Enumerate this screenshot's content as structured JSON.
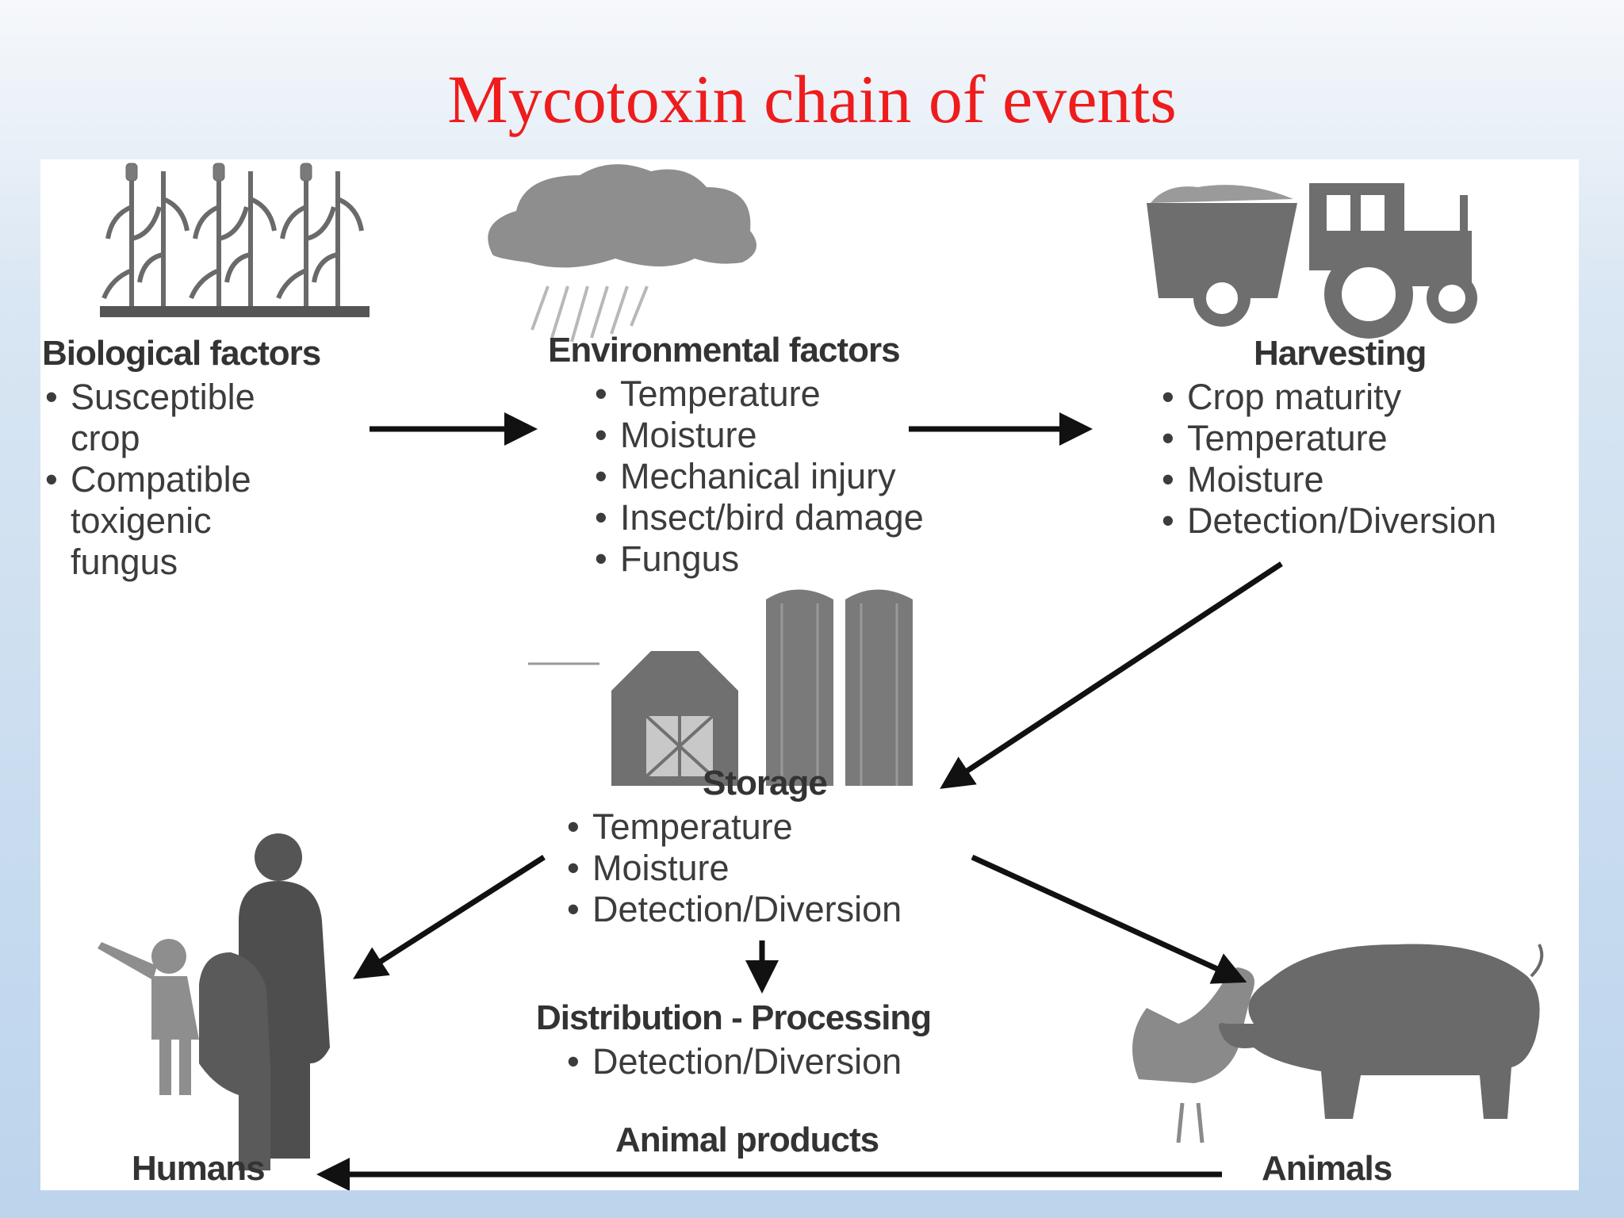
{
  "title": "Mycotoxin chain of events",
  "nodes": {
    "biological": {
      "heading": "Biological factors",
      "items": [
        "Susceptible crop",
        "Compatible toxigenic fungus"
      ]
    },
    "environmental": {
      "heading": "Environmental factors",
      "items": [
        "Temperature",
        "Moisture",
        "Mechanical injury",
        "Insect/bird damage",
        "Fungus"
      ]
    },
    "harvesting": {
      "heading": "Harvesting",
      "items": [
        "Crop maturity",
        "Temperature",
        "Moisture",
        "Detection/Diversion"
      ]
    },
    "storage": {
      "heading": "Storage",
      "items": [
        "Temperature",
        "Moisture",
        "Detection/Diversion"
      ]
    },
    "distribution": {
      "heading": "Distribution - Processing",
      "items": [
        "Detection/Diversion"
      ]
    },
    "humans": {
      "heading": "Humans"
    },
    "animals": {
      "heading": "Animals"
    },
    "animal_products": {
      "label": "Animal products"
    }
  },
  "edges": [
    {
      "from": "Biological factors",
      "to": "Environmental factors"
    },
    {
      "from": "Environmental factors",
      "to": "Harvesting"
    },
    {
      "from": "Harvesting",
      "to": "Storage"
    },
    {
      "from": "Storage",
      "to": "Humans"
    },
    {
      "from": "Storage",
      "to": "Distribution - Processing"
    },
    {
      "from": "Storage",
      "to": "Animals"
    },
    {
      "from": "Animals",
      "to": "Humans",
      "label": "Animal products"
    }
  ],
  "icons": [
    "corn-plants-icon",
    "rain-cloud-icon",
    "tractor-icon",
    "barn-silo-icon",
    "family-icon",
    "chicken-icon",
    "pig-icon"
  ]
}
